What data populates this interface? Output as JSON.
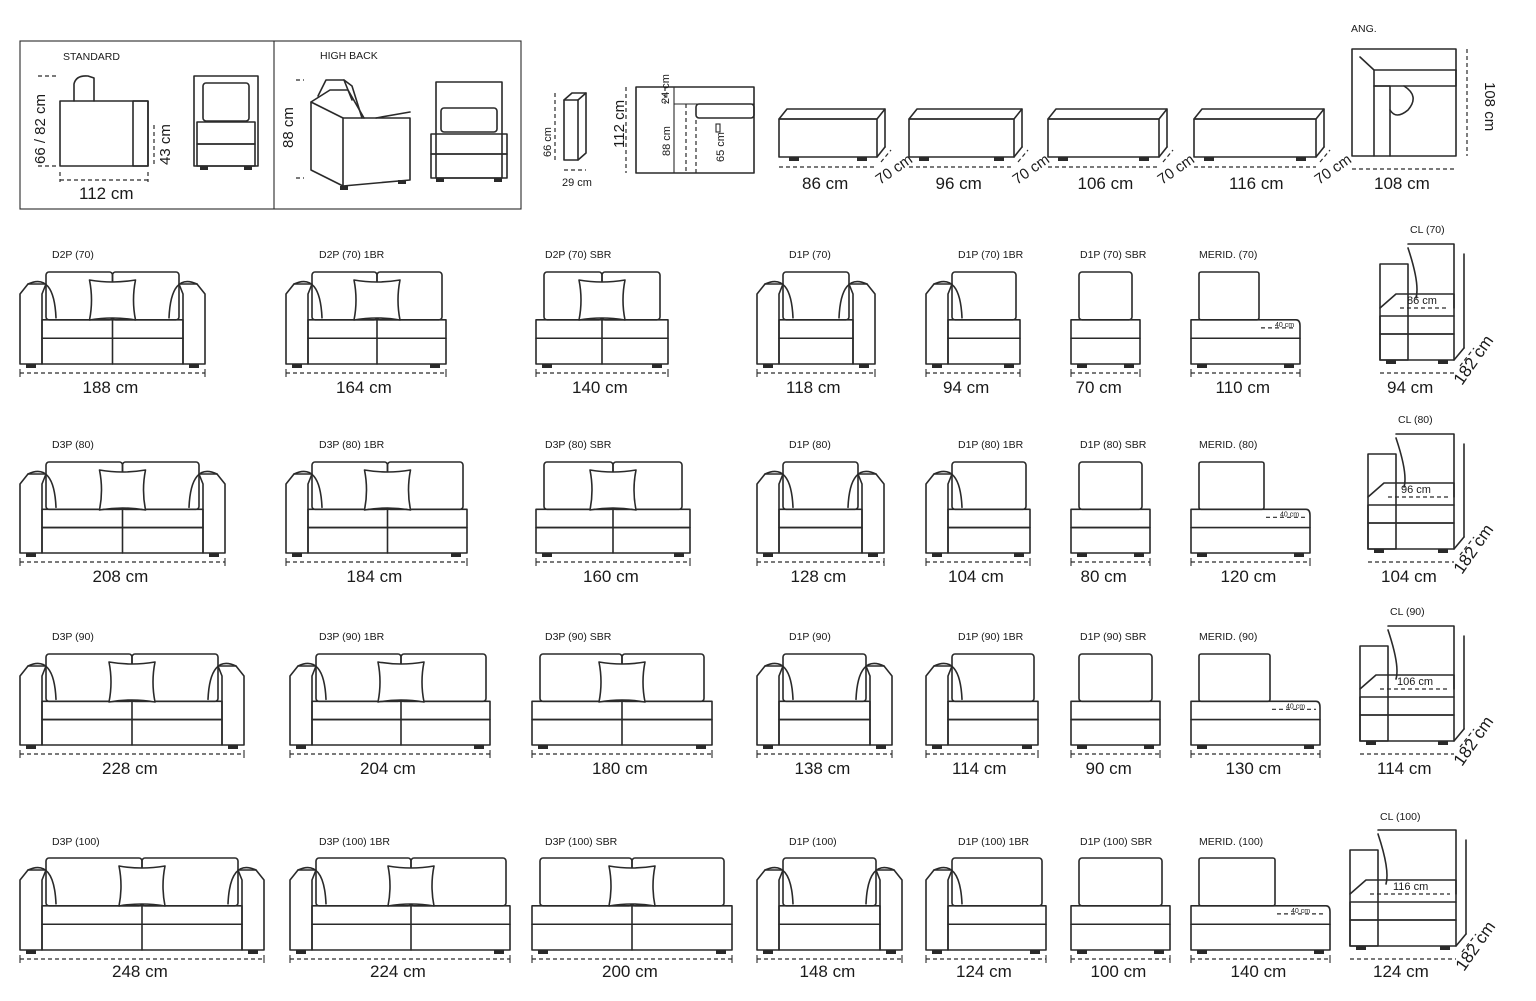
{
  "header": {
    "standard": {
      "title": "STANDARD",
      "height_label": "66 / 82 cm",
      "seat_label": "43 cm",
      "depth_label": "112 cm"
    },
    "high_back": {
      "title": "HIGH BACK",
      "height_label": "88 cm"
    },
    "arm": {
      "height_label": "66 cm",
      "width_label": "29 cm"
    },
    "section": {
      "total_label": "112 cm",
      "top_label": "24 cm",
      "inner_label": "88 cm",
      "cushion_label": "65 cm"
    },
    "ottomans": [
      {
        "width_label": "86 cm",
        "depth_label": "70 cm"
      },
      {
        "width_label": "96 cm",
        "depth_label": "70 cm"
      },
      {
        "width_label": "106 cm",
        "depth_label": "70 cm"
      },
      {
        "width_label": "116 cm",
        "depth_label": "70 cm"
      }
    ],
    "corner": {
      "title": "ANG.",
      "width_label": "108  cm",
      "height_label": "108  cm"
    }
  },
  "rows": [
    {
      "d_label": "D2P (70)",
      "d_width": "188 cm",
      "br_label": "D2P (70) 1BR",
      "br_width": "164 cm",
      "sbr_label": "D2P (70) SBR",
      "sbr_width": "140 cm",
      "d1_label": "D1P (70)",
      "d1_width": "118 cm",
      "d1br_label": "D1P (70) 1BR",
      "d1br_width": "94 cm",
      "d1sbr_label": "D1P  (70) SBR",
      "d1sbr_width": "70 cm",
      "merid_label": "MERID. (70)",
      "merid_width": "110 cm",
      "merid_inner": "40 cm",
      "cl_label": "CL (70)",
      "cl_inner": "86 cm",
      "cl_width": "94 cm",
      "cl_depth": "182 cm"
    },
    {
      "d_label": "D3P (80)",
      "d_width": "208 cm",
      "br_label": "D3P (80) 1BR",
      "br_width": "184 cm",
      "sbr_label": "D3P (80) SBR",
      "sbr_width": "160 cm",
      "d1_label": "D1P (80)",
      "d1_width": "128 cm",
      "d1br_label": "D1P (80) 1BR",
      "d1br_width": "104 cm",
      "d1sbr_label": "D1P  (80) SBR",
      "d1sbr_width": "80 cm",
      "merid_label": "MERID. (80)",
      "merid_width": "120 cm",
      "merid_inner": "40 cm",
      "cl_label": "CL (80)",
      "cl_inner": "96 cm",
      "cl_width": "104 cm",
      "cl_depth": "182 cm"
    },
    {
      "d_label": "D3P (90)",
      "d_width": "228 cm",
      "br_label": "D3P (90) 1BR",
      "br_width": "204 cm",
      "sbr_label": "D3P (90) SBR",
      "sbr_width": "180 cm",
      "d1_label": "D1P (90)",
      "d1_width": "138 cm",
      "d1br_label": "D1P (90) 1BR",
      "d1br_width": "114 cm",
      "d1sbr_label": "D1P  (90) SBR",
      "d1sbr_width": "90 cm",
      "merid_label": "MERID. (90)",
      "merid_width": "130 cm",
      "merid_inner": "40 cm",
      "cl_label": "CL (90)",
      "cl_inner": "106 cm",
      "cl_width": "114 cm",
      "cl_depth": "182 cm"
    },
    {
      "d_label": "D3P (100)",
      "d_width": "248 cm",
      "br_label": "D3P (100) 1BR",
      "br_width": "224 cm",
      "sbr_label": "D3P (100) SBR",
      "sbr_width": "200 cm",
      "d1_label": "D1P (100)",
      "d1_width": "148 cm",
      "d1br_label": "D1P (100) 1BR",
      "d1br_width": "124 cm",
      "d1sbr_label": "D1P  (100) SBR",
      "d1sbr_width": "100 cm",
      "merid_label": "MERID. (100)",
      "merid_width": "140 cm",
      "merid_inner": "40 cm",
      "cl_label": "CL (100)",
      "cl_inner": "116 cm",
      "cl_width": "124 cm",
      "cl_depth": "182 cm"
    }
  ]
}
